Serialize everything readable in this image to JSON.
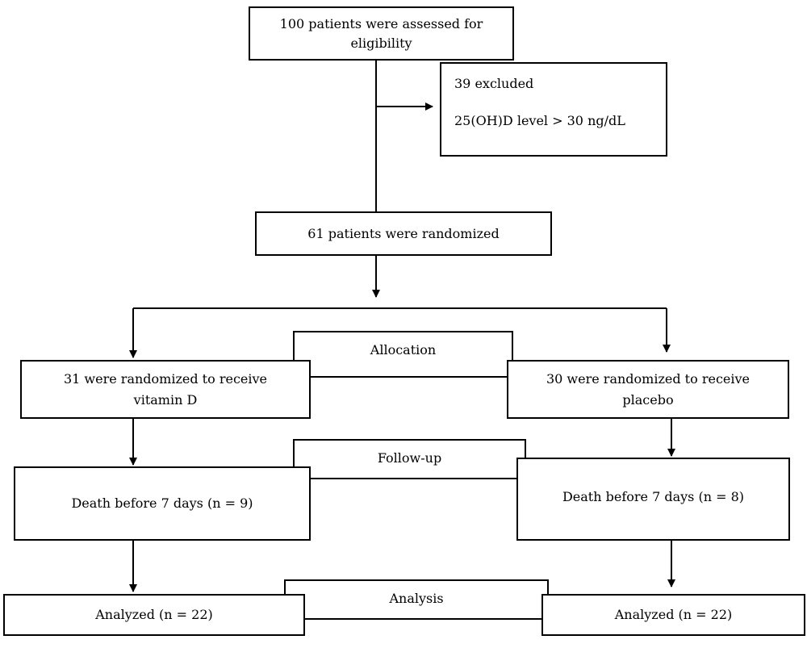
{
  "enrollment": {
    "assessed": [
      "100 patients were assessed for",
      "eligibility"
    ],
    "excluded": {
      "count": "39 excluded",
      "reason": "25(OH)D level > 30 ng/dL"
    },
    "randomized": "61 patients were randomized"
  },
  "stages": {
    "allocation": "Allocation",
    "followup": "Follow-up",
    "analysis": "Analysis"
  },
  "arms": {
    "vitamin_d": {
      "allocated": [
        "31 were randomized to receive",
        "vitamin D"
      ],
      "followup": "Death before 7 days (n = 9)",
      "analyzed": "Analyzed (n = 22)"
    },
    "placebo": {
      "allocated": [
        "30 were randomized to receive",
        "placebo"
      ],
      "followup": "Death before 7 days (n = 8)",
      "analyzed": "Analyzed (n = 22)"
    }
  }
}
